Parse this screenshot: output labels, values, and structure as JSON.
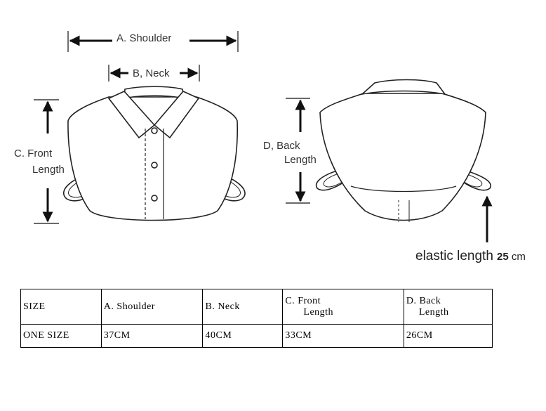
{
  "labels": {
    "shoulder": "A. Shoulder",
    "neck": "B, Neck",
    "front_line1": "C. Front",
    "front_line2": "Length",
    "back_line1": "D, Back",
    "back_line2": "Length",
    "elastic": "elastic length",
    "elastic_value": "25",
    "elastic_unit": "cm"
  },
  "table": {
    "headers": {
      "size": "SIZE",
      "shoulder": "A. Shoulder",
      "neck": "B. Neck",
      "front_1": "C. Front",
      "front_2": "Length",
      "back_1": "D. Back",
      "back_2": "Length"
    },
    "row": {
      "size": "ONE SIZE",
      "shoulder": "37CM",
      "neck": "40CM",
      "front": "33CM",
      "back": "26CM"
    }
  },
  "colors": {
    "line": "#222222",
    "text": "#333333"
  }
}
